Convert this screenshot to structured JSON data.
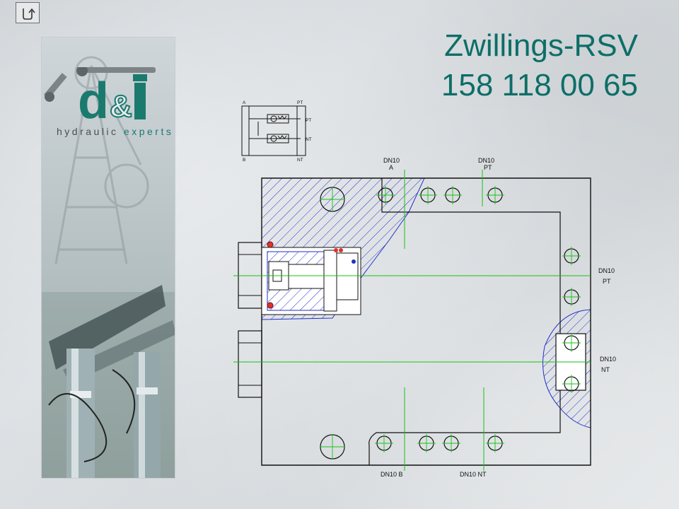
{
  "slide": {
    "title_line1": "Zwillings-RSV",
    "title_line2": "158 118 00 65",
    "accent_color": "#0d6e68"
  },
  "nav": {
    "home_icon": "home-return-icon"
  },
  "logo": {
    "tagline_main": "hydraulic ",
    "tagline_accent": "experts",
    "brand_color": "#1b7a6e"
  },
  "schematic": {
    "port_a": "A",
    "port_b": "B",
    "port_pt_top": "PT",
    "port_pt_mid": "PT",
    "port_nt_mid": "NT",
    "port_nt_bottom": "NT"
  },
  "drawing": {
    "label_top_a_line1": "DN10",
    "label_top_a_line2": "A",
    "label_top_pt_line1": "DN10",
    "label_top_pt_line2": "PT",
    "label_right_pt_line1": "DN10",
    "label_right_pt_line2": "PT",
    "label_right_nt_line1": "DN10",
    "label_right_nt_line2": "NT",
    "label_bottom_b": "DN10 B",
    "label_bottom_nt": "DN10 NT"
  }
}
